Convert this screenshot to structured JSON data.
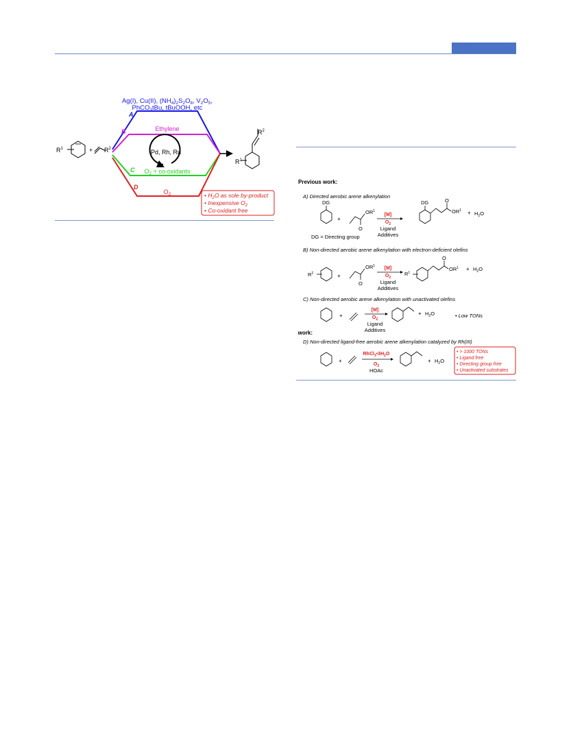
{
  "figure1": {
    "oxidants_line1": "Ag(I), Cu(II), (NH",
    "oxidants_line1_sub4": "4",
    "oxidants_line1_mid": ")",
    "oxidants_line1_sub2": "2",
    "oxidants_line1_s": "S",
    "oxidants_line1_sub2b": "2",
    "oxidants_line1_o": "O",
    "oxidants_line1_sub8": "8",
    "oxidants_line1_end": ", V",
    "oxidants_line1_v2": "2",
    "oxidants_line1_o5": "O",
    "oxidants_line1_sub5": "5",
    "oxidants_line1_comma": ",",
    "oxidants_line2a": "PhCO",
    "oxidants_line2_sub3": "3",
    "oxidants_line2b": "tBu, tBuOOH, etc",
    "path_a": "A",
    "path_b": "B",
    "path_c": "C",
    "path_d": "D",
    "ethylene": "Ethylene",
    "catalysts": "Pd, Rh, Ru",
    "o2_co_a": "O",
    "o2_co_sub": "2",
    "o2_co_b": " + co-oxidants",
    "o2_a": "O",
    "o2_sub": "2",
    "r1": "R",
    "r1_sup": "1",
    "plus": "+",
    "r2": "R",
    "r2_sup": "2",
    "prod_r2": "R",
    "prod_r2_sup": "2",
    "prod_r1": "R",
    "prod_r1_sup": "1",
    "benefits": [
      {
        "pre": "• H",
        "sub": "2",
        "post": "O as sole by-product"
      },
      {
        "pre": "• Inexpensive O",
        "sub": "2",
        "post": ""
      },
      {
        "pre": "• Co-oxidant free",
        "sub": "",
        "post": ""
      }
    ]
  },
  "figure2": {
    "previous_work": "Previous work:",
    "sectionA": "A) Directed aerobic arene alkenylation",
    "sectionB": "B) Non-directed aerobic arene alkenylation with electron-deficient olefins",
    "sectionC": "C) Non-directed aerobic arene alkenylation with unactivated olefins",
    "this_work": "This work:",
    "sectionD": "D) Non-directed ligand-free aerobic arene alkenylation catalyzed by Rh(III)",
    "dg": "DG",
    "dg_def": "DG = Directing group",
    "or1": "OR",
    "or1_sup": "1",
    "o_atom": "O",
    "m_cat": "[M]",
    "o2": "O",
    "o2_sub": "2",
    "ligand": "Ligand",
    "additives": "Additives",
    "h2o_h": "H",
    "h2o_sub": "2",
    "h2o_o": "O",
    "plus": "+",
    "r2": "R",
    "r2_sup": "2",
    "r1": "R",
    "r1_sup": "1",
    "low_tons": "• Low TONs",
    "rhcl3_a": "RhCl",
    "rhcl3_sub": "3",
    "rhcl3_b": "•3H",
    "rhcl3_sub2": "2",
    "rhcl3_c": "O",
    "hoac": "HOAc",
    "this_work_benefits": [
      "• > 1000 TONs",
      "• Ligand free",
      "• Directing group free",
      "• Unactivated substrates"
    ]
  }
}
